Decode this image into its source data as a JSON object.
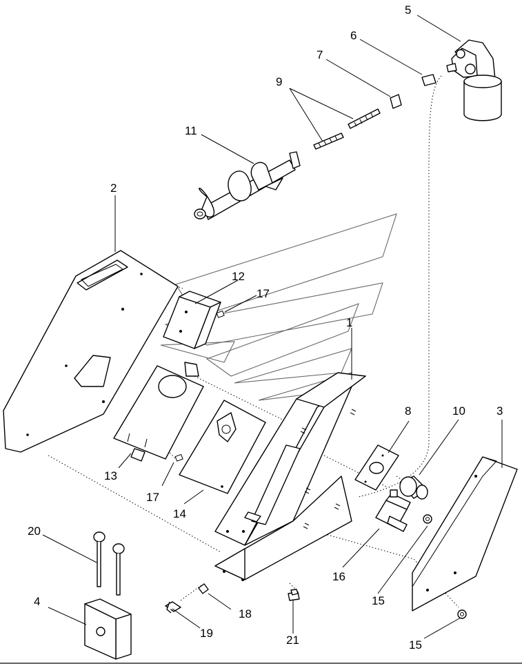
{
  "diagram": {
    "type": "exploded-parts-diagram",
    "background_color": "#ffffff",
    "line_color": "#000000",
    "callouts": [
      {
        "id": "c1",
        "label": "1"
      },
      {
        "id": "c2",
        "label": "2"
      },
      {
        "id": "c3",
        "label": "3"
      },
      {
        "id": "c4",
        "label": "4"
      },
      {
        "id": "c5",
        "label": "5"
      },
      {
        "id": "c6",
        "label": "6"
      },
      {
        "id": "c7",
        "label": "7"
      },
      {
        "id": "c8",
        "label": "8"
      },
      {
        "id": "c9",
        "label": "9"
      },
      {
        "id": "c10",
        "label": "10"
      },
      {
        "id": "c11",
        "label": "11"
      },
      {
        "id": "c12",
        "label": "12"
      },
      {
        "id": "c13",
        "label": "13"
      },
      {
        "id": "c14",
        "label": "14"
      },
      {
        "id": "c15a",
        "label": "15"
      },
      {
        "id": "c15b",
        "label": "15"
      },
      {
        "id": "c16",
        "label": "16"
      },
      {
        "id": "c17a",
        "label": "17"
      },
      {
        "id": "c17b",
        "label": "17"
      },
      {
        "id": "c18",
        "label": "18"
      },
      {
        "id": "c19",
        "label": "19"
      },
      {
        "id": "c20",
        "label": "20"
      },
      {
        "id": "c21",
        "label": "21"
      }
    ]
  }
}
